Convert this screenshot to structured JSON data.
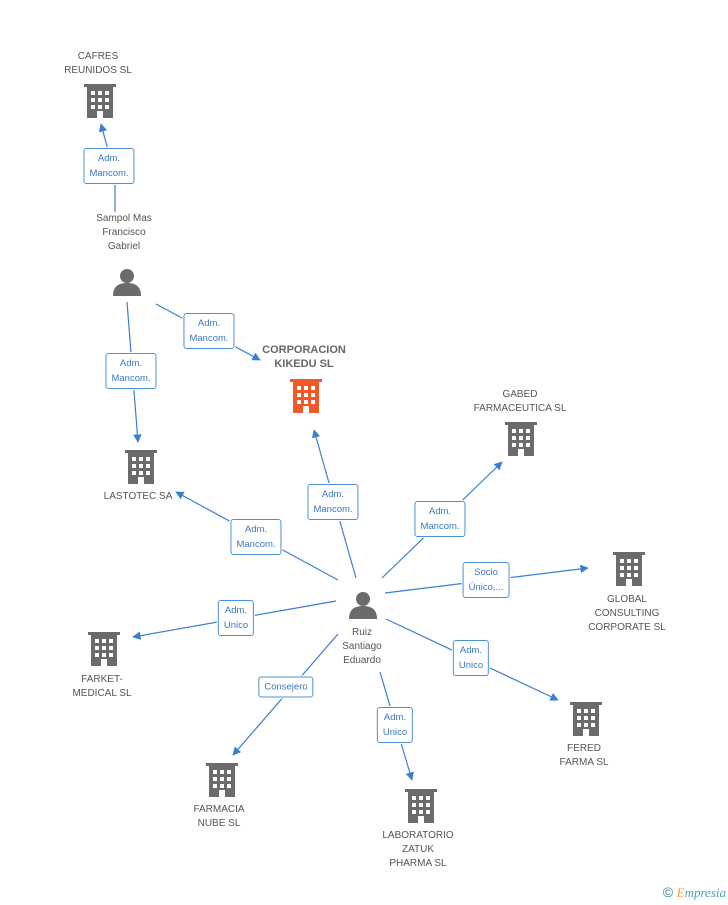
{
  "nodes": [
    {
      "id": "corporacion",
      "type": "company",
      "focus": true,
      "label": "CORPORACION\nKIKEDU SL"
    },
    {
      "id": "cafres",
      "type": "company",
      "label": "CAFRES\nREUNIDOS SL"
    },
    {
      "id": "sampol",
      "type": "person",
      "label": "Sampol Mas\nFrancisco\nGabriel"
    },
    {
      "id": "lastotec",
      "type": "company",
      "label": "LASTOTEC SA"
    },
    {
      "id": "gabed",
      "type": "company",
      "label": "GABED\nFARMACEUTICA SL"
    },
    {
      "id": "global",
      "type": "company",
      "label": "GLOBAL\nCONSULTING\nCORPORATE  SL"
    },
    {
      "id": "ruiz",
      "type": "person",
      "label": "Ruiz\nSantiago\nEduardo"
    },
    {
      "id": "farket",
      "type": "company",
      "label": "FARKET-\nMEDICAL SL"
    },
    {
      "id": "fered",
      "type": "company",
      "label": "FERED\nFARMA SL"
    },
    {
      "id": "farmacia",
      "type": "company",
      "label": "FARMACIA\nNUBE  SL"
    },
    {
      "id": "laboratorio",
      "type": "company",
      "label": "LABORATORIO\nZATUK\nPHARMA SL"
    }
  ],
  "edges": [
    {
      "from": "sampol",
      "to": "cafres",
      "label": "Adm.\nMancom."
    },
    {
      "from": "sampol",
      "to": "corporacion",
      "label": "Adm.\nMancom."
    },
    {
      "from": "sampol",
      "to": "lastotec",
      "label": "Adm.\nMancom."
    },
    {
      "from": "ruiz",
      "to": "corporacion",
      "label": "Adm.\nMancom."
    },
    {
      "from": "ruiz",
      "to": "lastotec",
      "label": "Adm.\nMancom."
    },
    {
      "from": "ruiz",
      "to": "gabed",
      "label": "Adm.\nMancom."
    },
    {
      "from": "ruiz",
      "to": "global",
      "label": "Socio\nÚnico,..."
    },
    {
      "from": "ruiz",
      "to": "farket",
      "label": "Adm.\nUnico"
    },
    {
      "from": "ruiz",
      "to": "fered",
      "label": "Adm.\nUnico"
    },
    {
      "from": "ruiz",
      "to": "farmacia",
      "label": "Consejero"
    },
    {
      "from": "ruiz",
      "to": "laboratorio",
      "label": "Adm.\nUnico"
    }
  ],
  "colors": {
    "edge": "#3a7fd0",
    "company": "#6b6b6b",
    "focus": "#f05a28",
    "person": "#6b6b6b"
  },
  "footer": {
    "copyright": "©",
    "brand_first": "E",
    "brand_rest": "mpresia"
  }
}
